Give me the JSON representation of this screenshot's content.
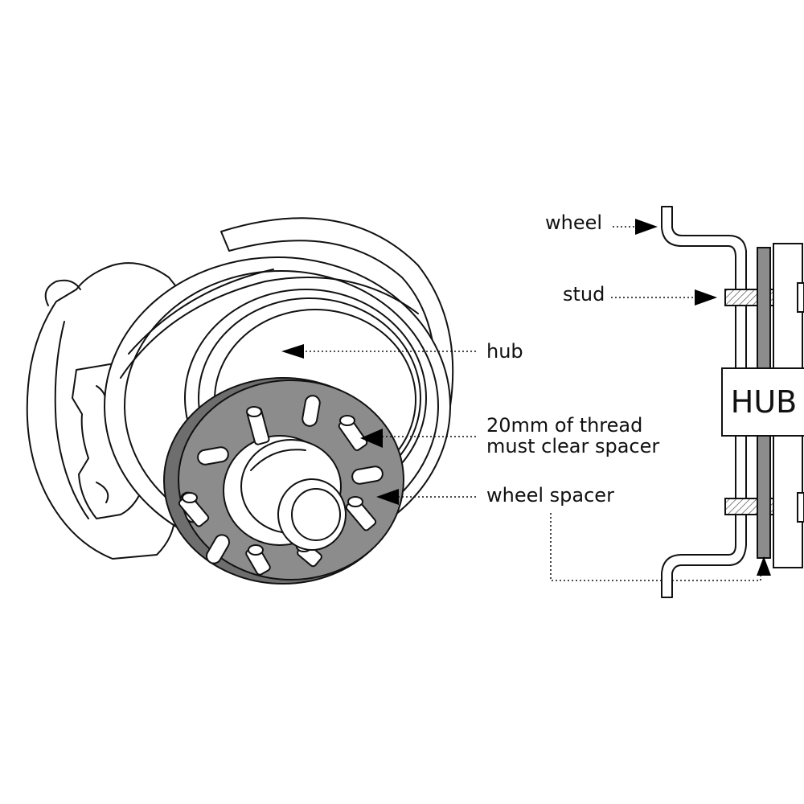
{
  "labels": {
    "hub": "hub",
    "thread_line1": "20mm of thread",
    "thread_line2": "must clear spacer",
    "wheel_spacer": "wheel spacer",
    "wheel": "wheel",
    "stud": "stud",
    "hub_block": "HUB"
  },
  "colors": {
    "spacer_fill": "#8c8c8c",
    "line": "#111111",
    "background": "#ffffff"
  }
}
